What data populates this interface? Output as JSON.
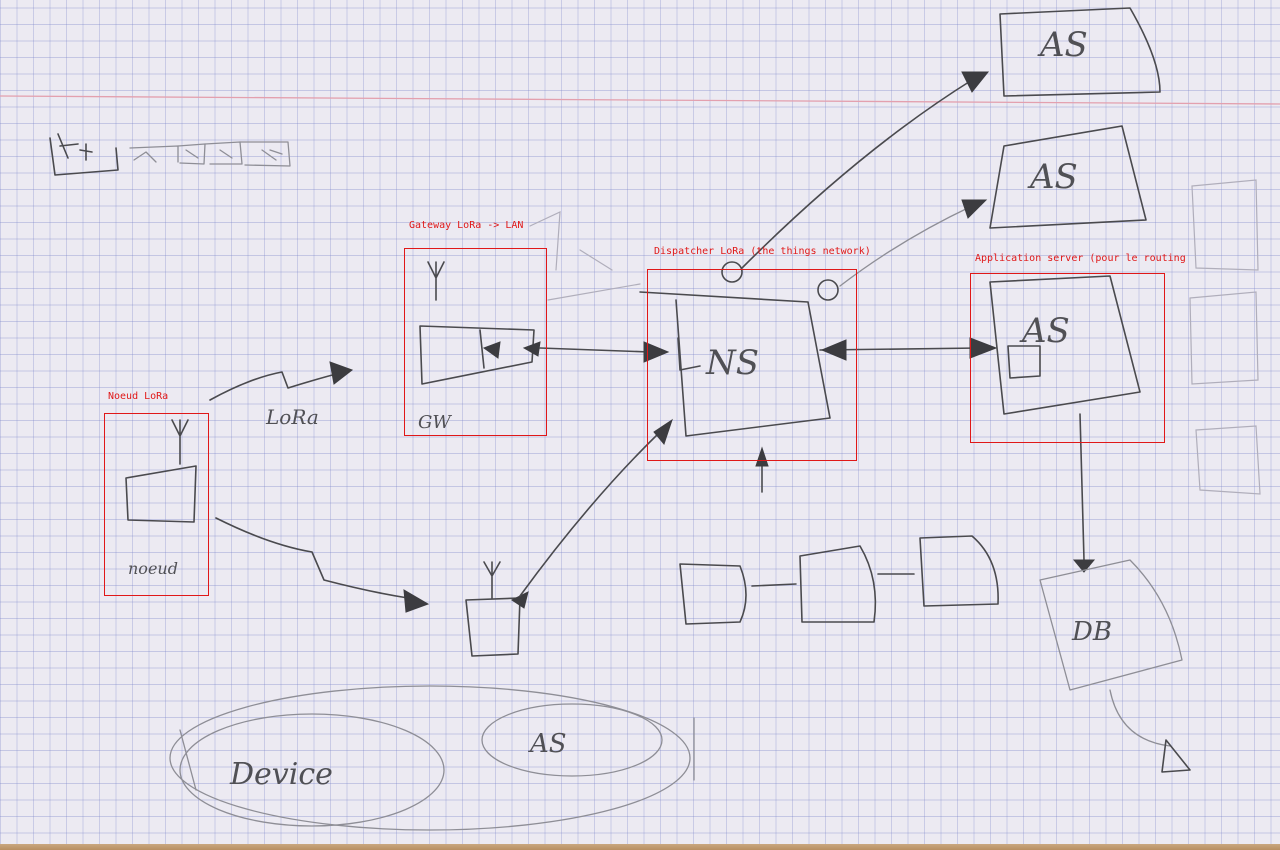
{
  "annotations": [
    {
      "id": "node",
      "label": "Noeud LoRa"
    },
    {
      "id": "gateway",
      "label": "Gateway LoRa -> LAN"
    },
    {
      "id": "dispatcher",
      "label": "Dispatcher LoRa (the things network)"
    },
    {
      "id": "appserver",
      "label": "Application server (pour le routing"
    }
  ],
  "sketch": {
    "lora_label": "LoRa",
    "gw_label": "GW",
    "node_label": "noeud",
    "ns_label": "NS",
    "as_label": "AS",
    "db_label": "DB",
    "device_label": "Device",
    "bottom_as_label": "AS"
  },
  "colors": {
    "annotation": "#e01818",
    "pencil": "#4a4a4e",
    "grid": "#7882c8"
  }
}
